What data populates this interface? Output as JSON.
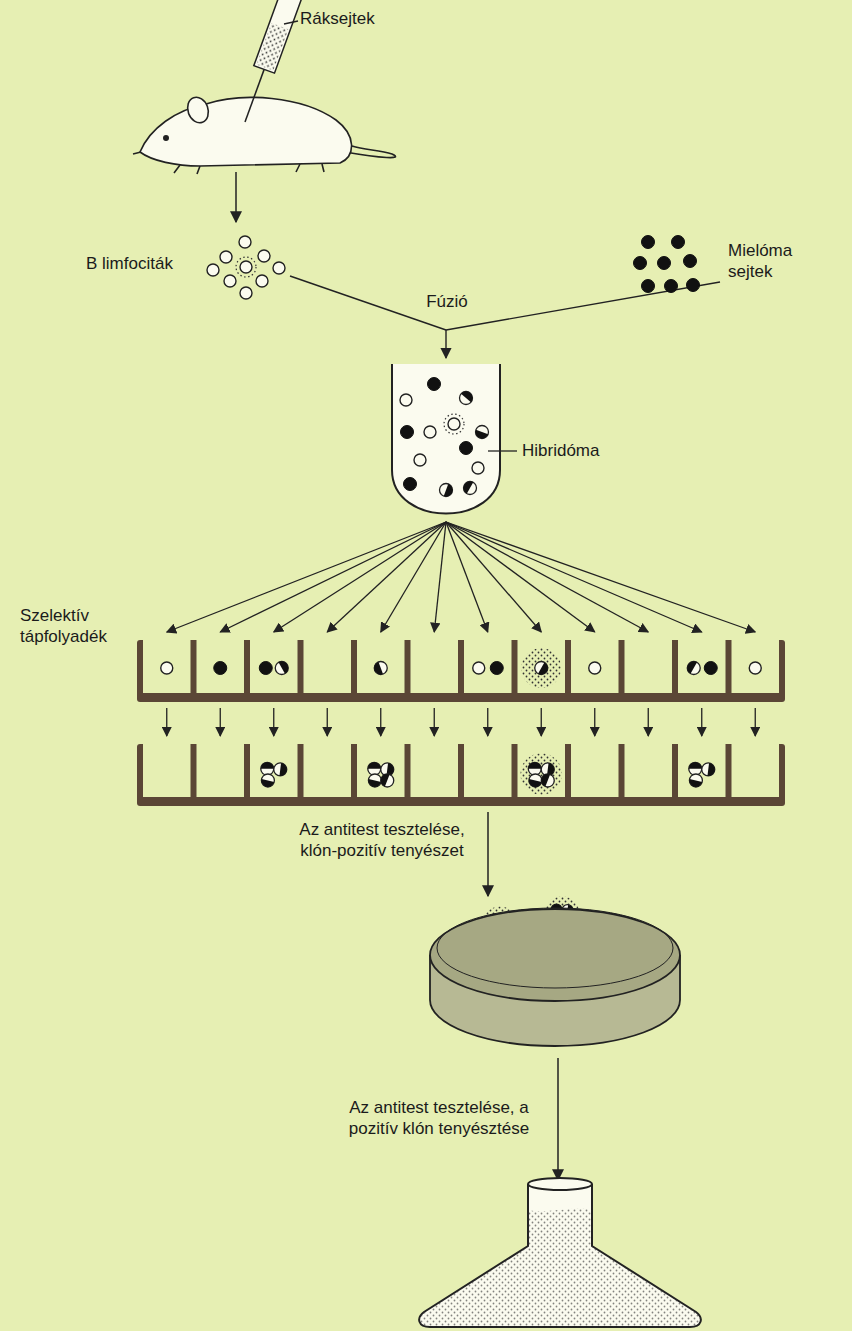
{
  "diagram": {
    "labels": [
      "Ráksejtek",
      "B limfociták",
      "Mielóma sejtek",
      "Fúzió",
      "Hibridóma",
      "Szelektív tápfolyadék",
      "Az antitest tesztelése, klón-pozitív tenyészet",
      "Az antitest tesztelése, a pozitív klón tenyésztése"
    ]
  }
}
